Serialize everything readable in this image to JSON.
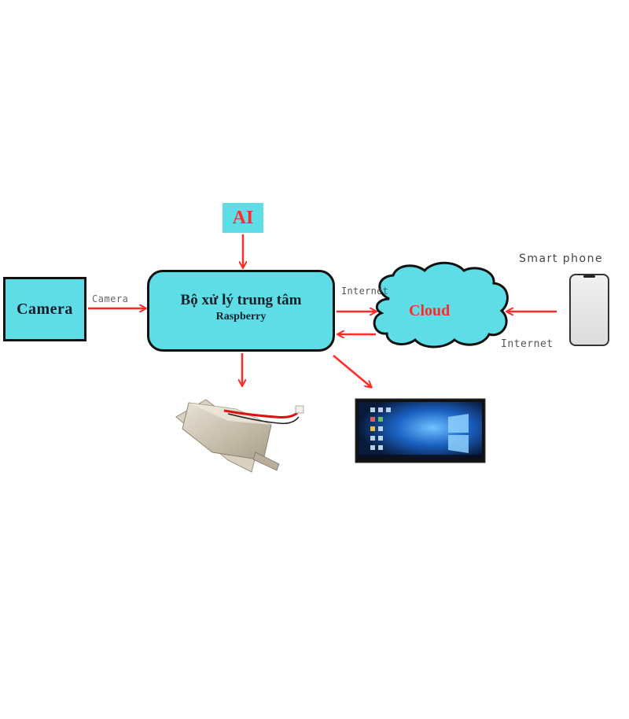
{
  "diagram": {
    "nodes": {
      "camera": {
        "label": "Camera",
        "fill": "#5fdde6"
      },
      "ai": {
        "label": "AI",
        "fill": "#5fdde6",
        "text_color": "#ff2a2a"
      },
      "cpu": {
        "title": "Bộ xử lý trung tâm",
        "subtitle": "Raspberry",
        "fill": "#5fdde6"
      },
      "cloud": {
        "label": "Cloud",
        "fill": "#5fdde6",
        "text_color": "#ff2a2a"
      },
      "smartphone": {
        "label": "Smart phone"
      },
      "lock": {
        "description": "solenoid-lock"
      },
      "display": {
        "description": "touchscreen-display"
      }
    },
    "edge_labels": {
      "camera_to_cpu": "Camera",
      "cpu_to_cloud": "Internet",
      "phone_to_cloud": "Internet"
    },
    "arrow_color": "#ff2a2a"
  }
}
